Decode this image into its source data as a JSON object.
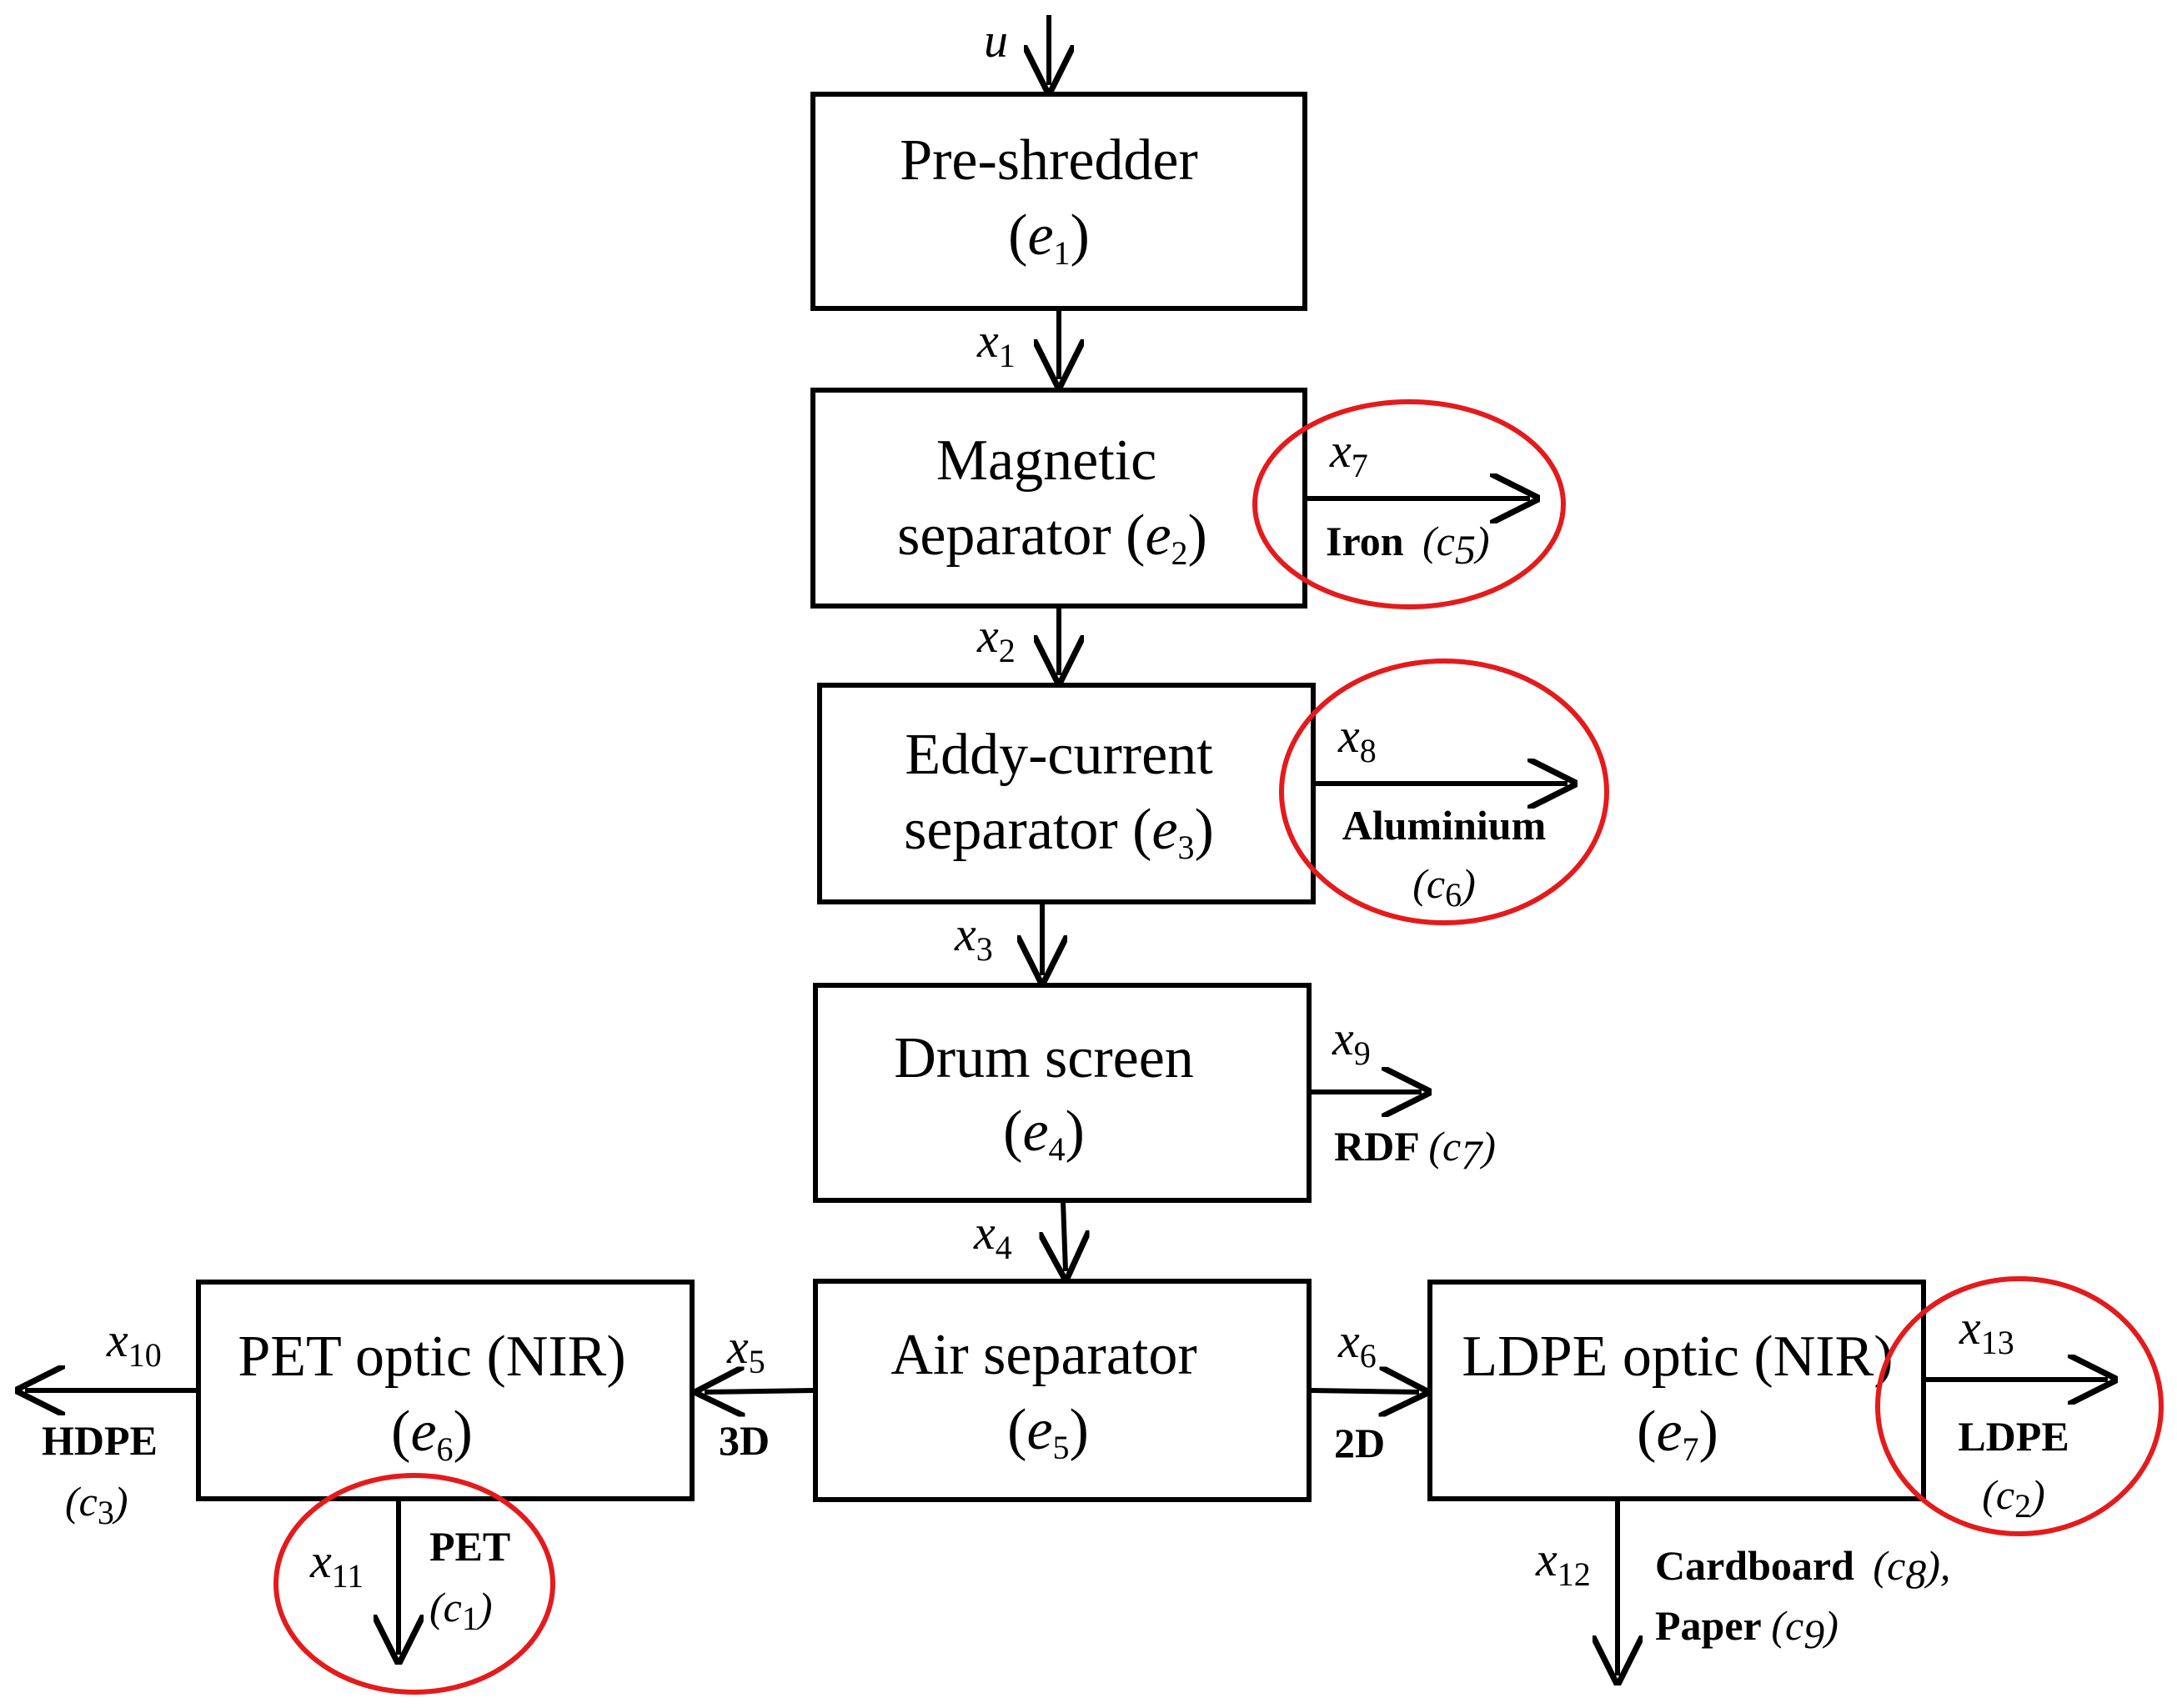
{
  "colors": {
    "highlight": "#e41a1c",
    "stroke": "#000000"
  },
  "input": {
    "name": "u"
  },
  "boxes": [
    {
      "id": "e1",
      "lines": [
        "Pre-shredder"
      ],
      "sym": "e",
      "sub": "1"
    },
    {
      "id": "e2",
      "lines": [
        "Magnetic",
        "separator"
      ],
      "sym": "e",
      "sub": "2"
    },
    {
      "id": "e3",
      "lines": [
        "Eddy-current",
        "separator"
      ],
      "sym": "e",
      "sub": "3"
    },
    {
      "id": "e4",
      "lines": [
        "Drum screen"
      ],
      "sym": "e",
      "sub": "4"
    },
    {
      "id": "e5",
      "lines": [
        "Air separator"
      ],
      "sym": "e",
      "sub": "5"
    },
    {
      "id": "e6",
      "lines": [
        "PET optic (NIR)"
      ],
      "sym": "e",
      "sub": "6"
    },
    {
      "id": "e7",
      "lines": [
        "LDPE optic (NIR)"
      ],
      "sym": "e",
      "sub": "7"
    }
  ],
  "flows": [
    {
      "id": "x1",
      "sym": "x",
      "sub": "1"
    },
    {
      "id": "x2",
      "sym": "x",
      "sub": "2"
    },
    {
      "id": "x3",
      "sym": "x",
      "sub": "3"
    },
    {
      "id": "x4",
      "sym": "x",
      "sub": "4"
    },
    {
      "id": "x5",
      "sym": "x",
      "sub": "5",
      "tag": "3D"
    },
    {
      "id": "x6",
      "sym": "x",
      "sub": "6",
      "tag": "2D"
    },
    {
      "id": "x7",
      "sym": "x",
      "sub": "7",
      "label": "Iron",
      "c": "5"
    },
    {
      "id": "x8",
      "sym": "x",
      "sub": "8",
      "label": "Aluminium",
      "c": "6"
    },
    {
      "id": "x9",
      "sym": "x",
      "sub": "9",
      "label": "RDF",
      "c": "7"
    },
    {
      "id": "x10",
      "sym": "x",
      "sub": "10",
      "label": "HDPE",
      "c": "3"
    },
    {
      "id": "x11",
      "sym": "x",
      "sub": "11",
      "label": "PET",
      "c": "1"
    },
    {
      "id": "x12",
      "sym": "x",
      "sub": "12",
      "label": "Cardboard",
      "c": "8",
      "label2": "Paper",
      "c2": "9"
    },
    {
      "id": "x13",
      "sym": "x",
      "sub": "13",
      "label": "LDPE",
      "c": "2"
    }
  ]
}
